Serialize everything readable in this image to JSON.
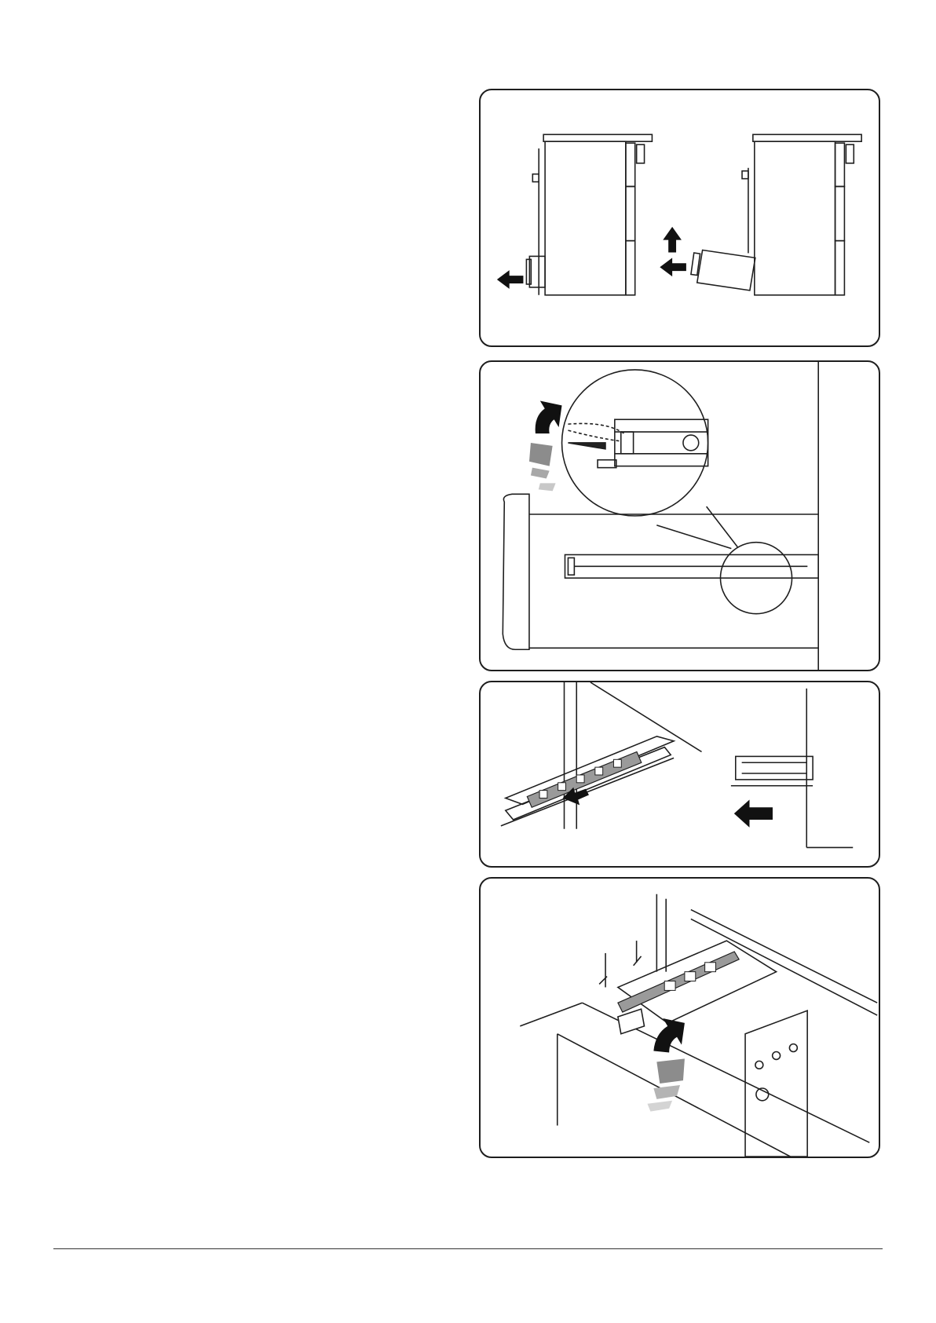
{
  "page": {
    "footer_code": ""
  },
  "figures": [
    {
      "id": "fig-1",
      "icons": [
        "arrow-left-icon",
        "arrow-up-icon"
      ]
    },
    {
      "id": "fig-2",
      "icons": [
        "rotate-arrow-icon",
        "magnifier-circle-icon"
      ]
    },
    {
      "id": "fig-3",
      "icons": [
        "arrow-left-icon"
      ]
    },
    {
      "id": "fig-4",
      "icons": [
        "rotate-arrow-icon"
      ]
    }
  ],
  "colors": {
    "line": "#1e1e1e",
    "arrow_dark": "#111111",
    "arrow_mid": "#8c8c8c",
    "arrow_light": "#c8c8c8",
    "rail_fill": "#9a9a9a"
  }
}
